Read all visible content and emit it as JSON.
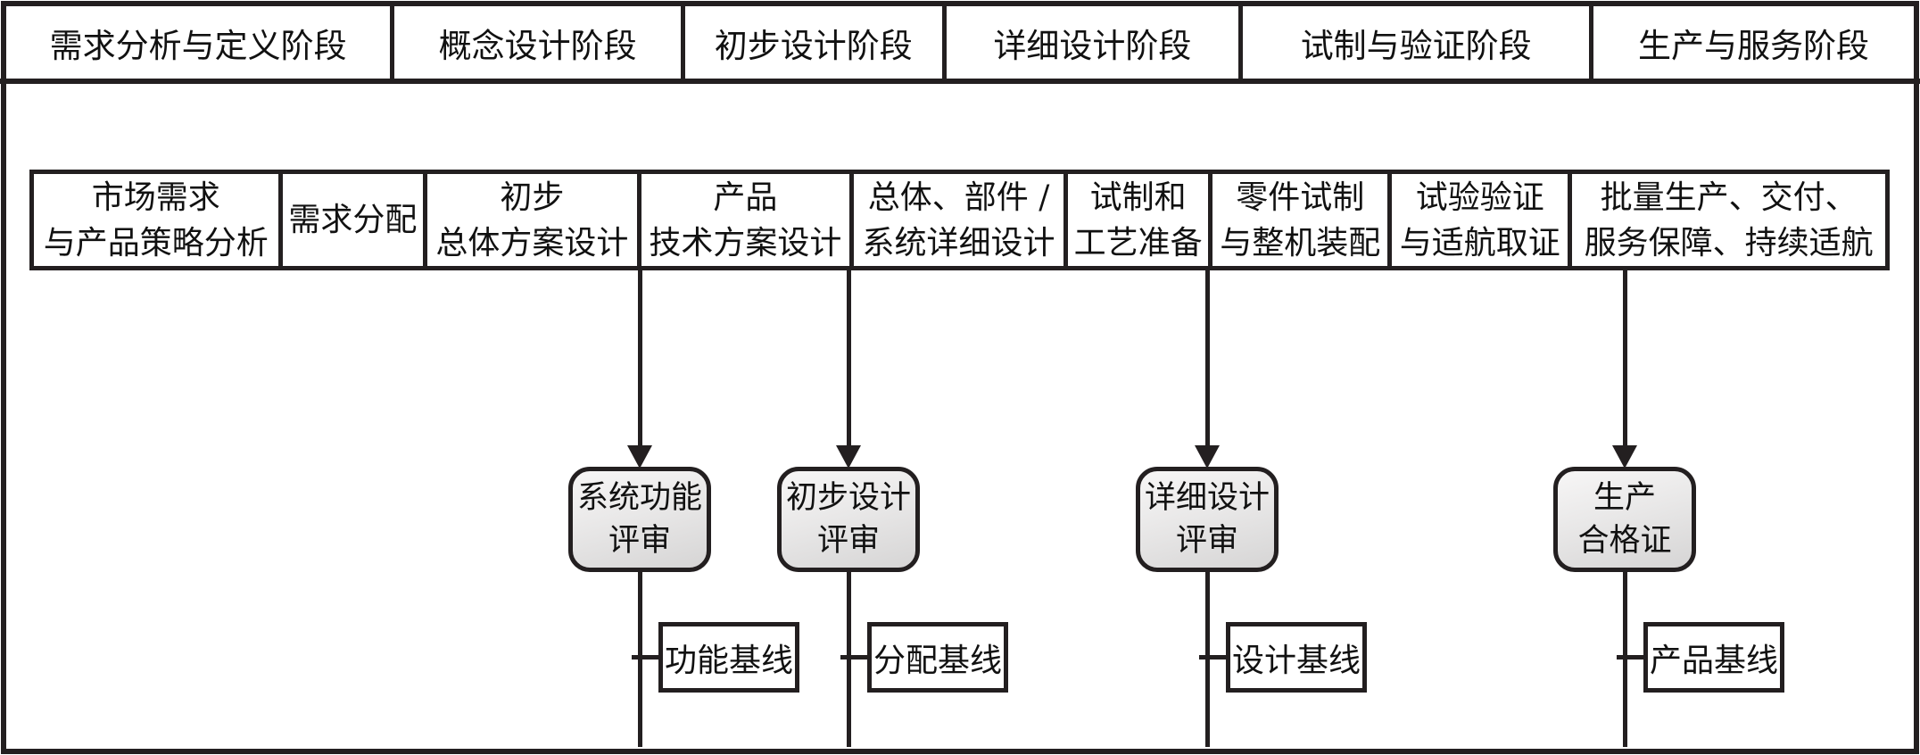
{
  "diagram": {
    "phases": [
      "需求分析与定义阶段",
      "概念设计阶段",
      "初步设计阶段",
      "详细设计阶段",
      "试制与验证阶段",
      "生产与服务阶段"
    ],
    "activities": [
      {
        "lines": [
          "市场需求",
          "与产品策略分析"
        ]
      },
      {
        "lines": [
          "需求分配"
        ]
      },
      {
        "lines": [
          "初步",
          "总体方案设计"
        ]
      },
      {
        "lines": [
          "产品",
          "技术方案设计"
        ]
      },
      {
        "lines": [
          "总体、部件 /",
          "系统详细设计"
        ]
      },
      {
        "lines": [
          "试制和",
          "工艺准备"
        ]
      },
      {
        "lines": [
          "零件试制",
          "与整机装配"
        ]
      },
      {
        "lines": [
          "试验验证",
          "与适航取证"
        ]
      },
      {
        "lines": [
          "批量生产、交付、",
          "服务保障、持续适航"
        ]
      }
    ],
    "milestones": [
      {
        "review": [
          "系统功能",
          "评审"
        ],
        "baseline": "功能基线"
      },
      {
        "review": [
          "初步设计",
          "评审"
        ],
        "baseline": "分配基线"
      },
      {
        "review": [
          "详细设计",
          "评审"
        ],
        "baseline": "设计基线"
      },
      {
        "review": [
          "生产",
          "合格证"
        ],
        "baseline": "产品基线"
      }
    ],
    "colors": {
      "ink": "#231f20",
      "text": "#111111",
      "review_fill_top": "#f6f5f5",
      "review_fill_bottom": "#d6d5d5"
    }
  }
}
